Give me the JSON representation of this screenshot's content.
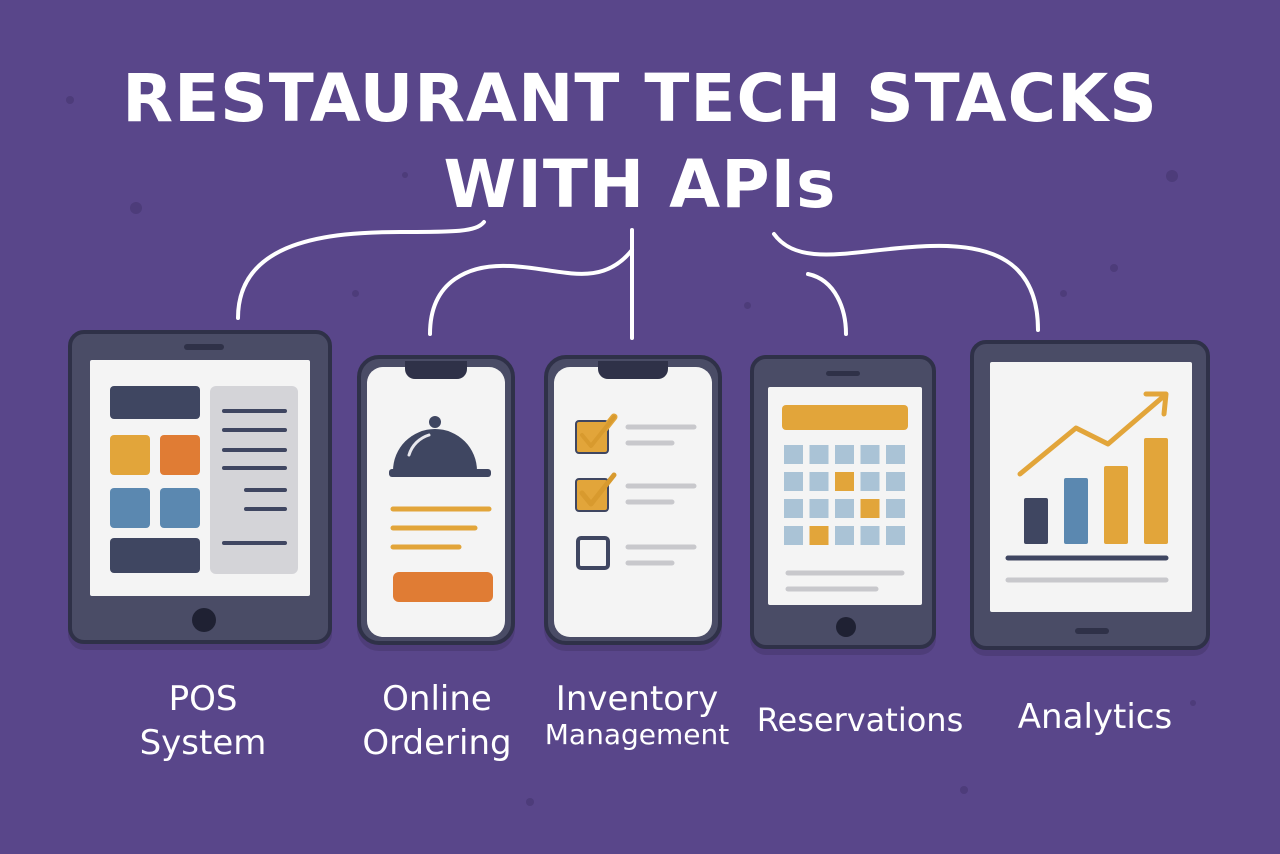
{
  "title": {
    "line1": "RESTAURANT TECH STACKS",
    "line2": "WITH APIs"
  },
  "colors": {
    "background": "#59468a",
    "device": "#4a4c66",
    "screen": "#f4f4f4",
    "orange": "#e07c34",
    "yellow": "#e2a53a",
    "blue": "#5b88b0",
    "navy": "#3f4661",
    "connector": "#ffffff"
  },
  "devices": [
    {
      "id": "pos",
      "icon": "pos-dashboard-icon",
      "label_line1": "POS",
      "label_line2": "System"
    },
    {
      "id": "online-ordering",
      "icon": "food-cloche-icon",
      "label_line1": "Online",
      "label_line2": "Ordering"
    },
    {
      "id": "inventory",
      "icon": "checklist-icon",
      "label_line1": "Inventory",
      "label_line2": "Management"
    },
    {
      "id": "reservations",
      "icon": "calendar-icon",
      "label_line1": "Reservations"
    },
    {
      "id": "analytics",
      "icon": "bar-chart-trend-icon",
      "label_line1": "Analytics"
    }
  ]
}
